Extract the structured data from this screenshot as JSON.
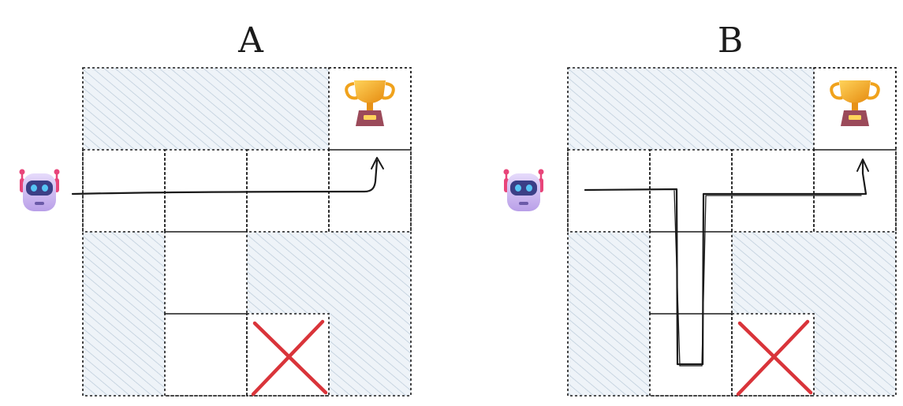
{
  "panels": [
    {
      "id": "A",
      "title": "A",
      "grid_size": 4,
      "blocked_cells": [
        [
          0,
          0
        ],
        [
          0,
          1
        ],
        [
          0,
          2
        ],
        [
          2,
          0
        ],
        [
          2,
          2
        ],
        [
          2,
          3
        ],
        [
          3,
          0
        ],
        [
          3,
          3
        ]
      ],
      "goal_cell": [
        0,
        3
      ],
      "fail_cell": [
        3,
        2
      ],
      "dashed_cells": [
        [
          0,
          3
        ],
        [
          1,
          0
        ],
        [
          1,
          1
        ],
        [
          1,
          2
        ],
        [
          1,
          3
        ],
        [
          2,
          1
        ],
        [
          3,
          1
        ],
        [
          3,
          2
        ]
      ],
      "path": "direct"
    },
    {
      "id": "B",
      "title": "B",
      "grid_size": 4,
      "blocked_cells": [
        [
          0,
          0
        ],
        [
          0,
          1
        ],
        [
          0,
          2
        ],
        [
          2,
          0
        ],
        [
          2,
          2
        ],
        [
          2,
          3
        ],
        [
          3,
          0
        ],
        [
          3,
          3
        ]
      ],
      "goal_cell": [
        0,
        3
      ],
      "fail_cell": [
        3,
        2
      ],
      "dashed_cells": [
        [
          0,
          3
        ],
        [
          1,
          0
        ],
        [
          1,
          1
        ],
        [
          1,
          2
        ],
        [
          1,
          3
        ],
        [
          2,
          1
        ],
        [
          3,
          1
        ],
        [
          3,
          2
        ]
      ],
      "path": "detour"
    }
  ],
  "icons": {
    "agent": "robot-icon",
    "goal": "trophy-icon",
    "fail": "cross-icon"
  },
  "colors": {
    "grid_line": "#1a1a1a",
    "hatch": "#b9c9d8",
    "blocked_fill": "#eef3f8",
    "path": "#1a1a1a",
    "cross": "#d9343a",
    "trophy_gold": "#f3a21a",
    "trophy_base": "#9b4a5a",
    "robot_body": "#cbb6ef",
    "robot_visor": "#3b3f86",
    "robot_accent": "#e8457a"
  }
}
